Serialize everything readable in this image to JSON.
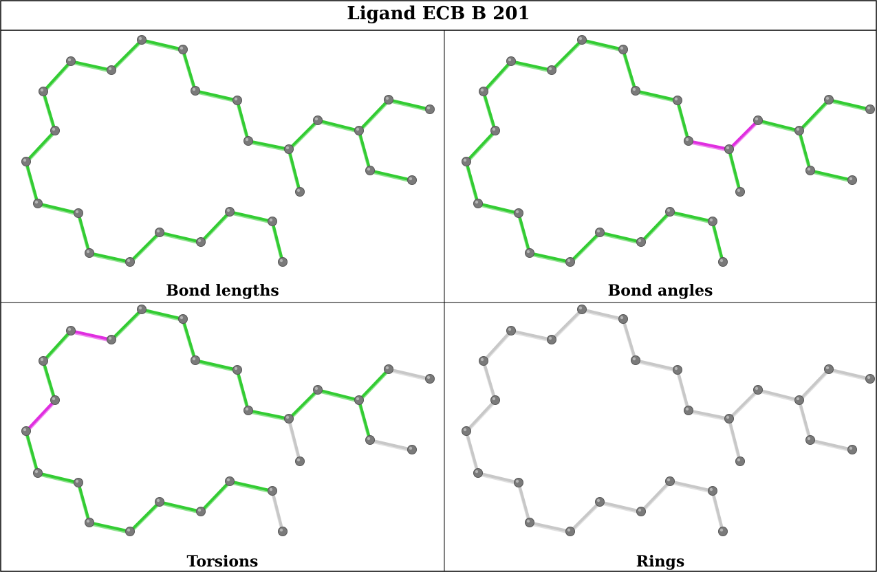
{
  "title": "Ligand ECB B 201",
  "panels": [
    {
      "caption": "Bond lengths",
      "highlight": "all-green"
    },
    {
      "caption": "Bond angles",
      "highlight": "angle-magenta"
    },
    {
      "caption": "Torsions",
      "highlight": "torsion-magenta"
    },
    {
      "caption": "Rings",
      "highlight": "all-grey"
    }
  ],
  "colors": {
    "atom": "#7a7a7a",
    "bond_ok": "#33cc33",
    "bond_flag": "#e02ee0",
    "bond_neutral": "#c8c8c8",
    "border": "#000000"
  }
}
